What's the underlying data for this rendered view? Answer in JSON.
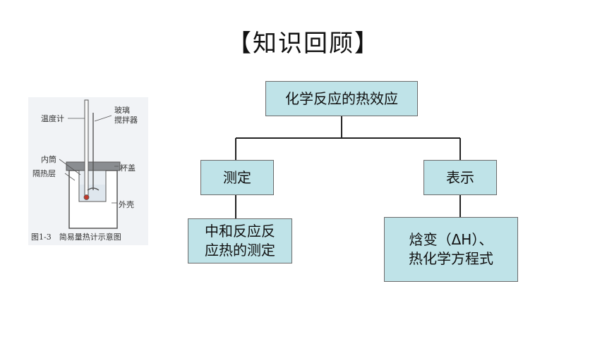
{
  "title": "【知识回顾】",
  "diagram": {
    "root": "化学反应的热效应",
    "branches": [
      {
        "label": "测定",
        "child_lines": [
          "中和反应反",
          "应热的测定"
        ]
      },
      {
        "label": "表示",
        "child_lines": [
          "焓变（ΔH）、",
          "热化学方程式"
        ]
      }
    ]
  },
  "figure": {
    "labels": {
      "thermometer": "温度计",
      "stirrer_1": "玻璃",
      "stirrer_2": "搅拌器",
      "inner_cup": "内筒",
      "lid": "杯盖",
      "insulation": "隔热层",
      "outer_shell": "外壳"
    },
    "caption": "图1-3　简易量热计示意图"
  },
  "colors": {
    "box_fill": "#bfe3e8",
    "box_border": "#6b6b6b",
    "line": "#222222"
  }
}
